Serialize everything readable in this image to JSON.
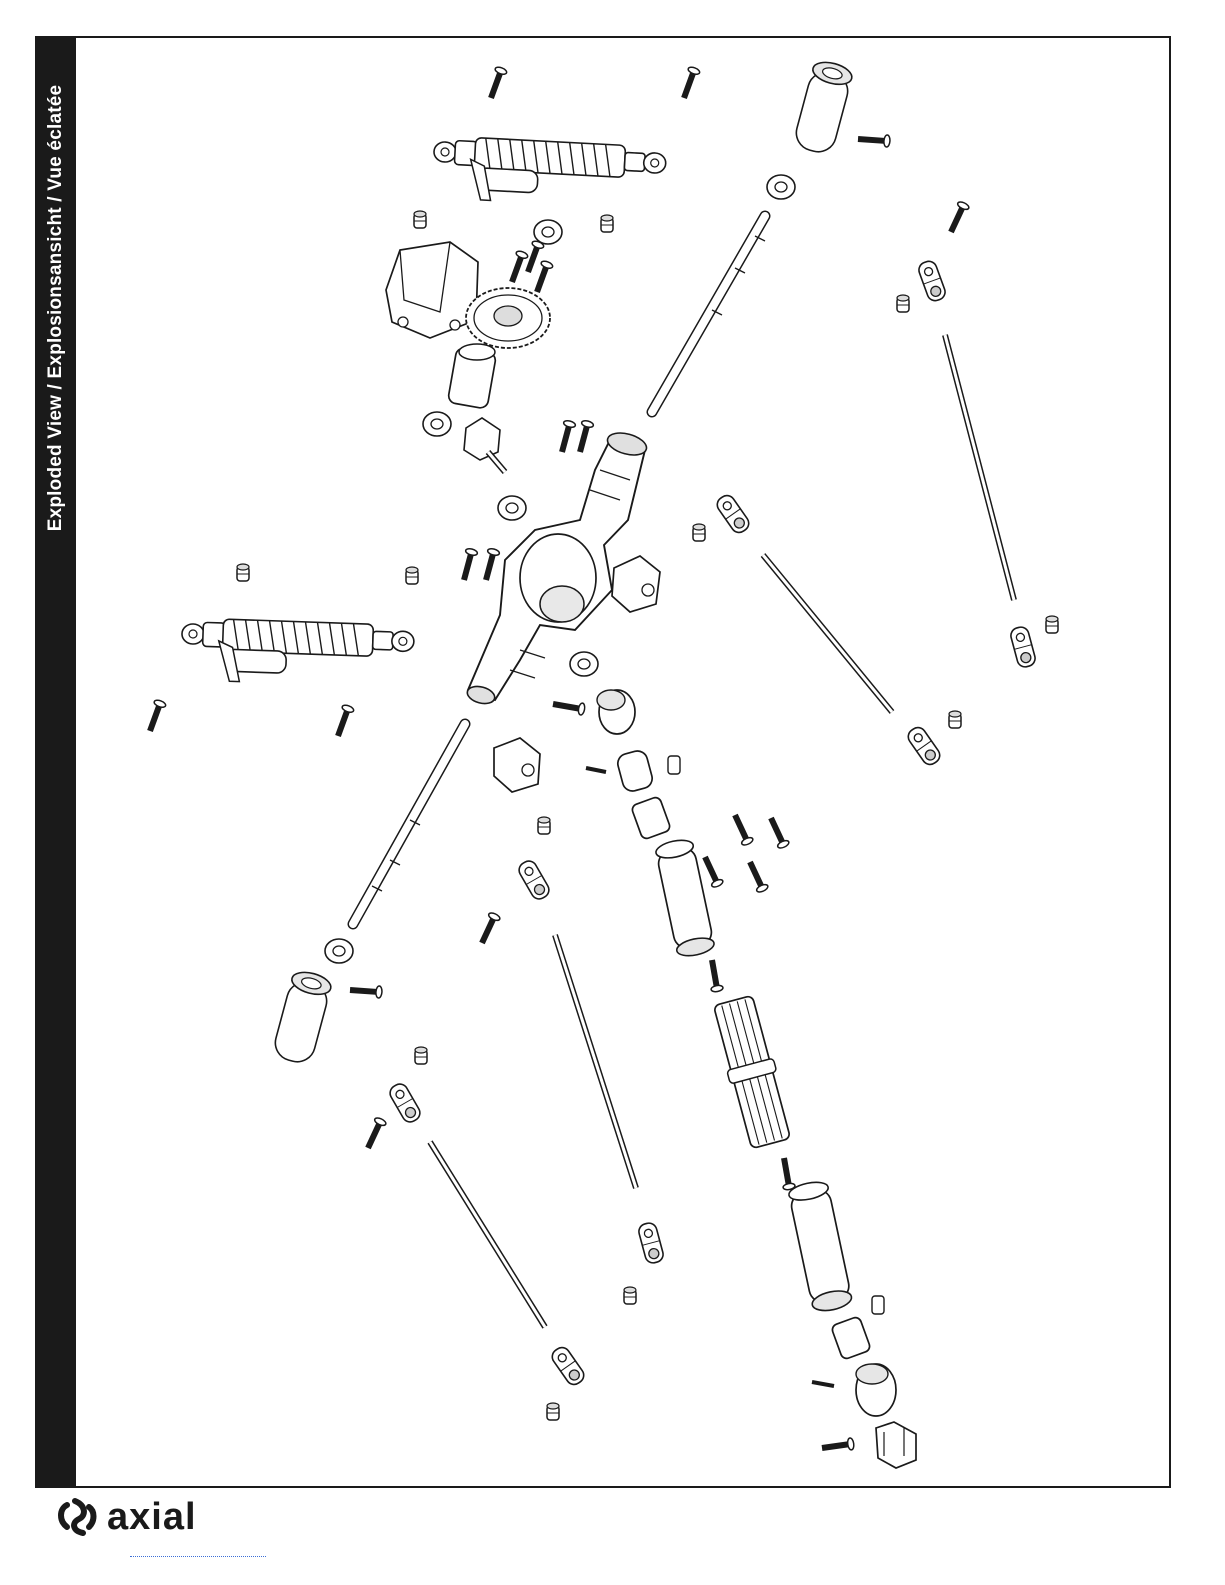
{
  "page": {
    "side_title": "Exploded View / Explosionsansicht / Vue éclatée",
    "brand": "axial"
  },
  "colors": {
    "band": "#1a1a1a",
    "line": "#1a1a1a",
    "part_fill": "#ffffff",
    "shade": "#d9d9d9"
  },
  "diagram": {
    "type": "exploded-view",
    "parts": [
      "shock-upper",
      "shock-lower",
      "diff-cover",
      "ring-gear",
      "pinion-gear",
      "input-shaft",
      "axle-housing",
      "axle-shaft-upper",
      "axle-shaft-lower",
      "knuckle-upper",
      "knuckle-lower",
      "link-rod-upper-right",
      "link-rod-middle",
      "link-rod-lower-left",
      "link-rod-lower-middle",
      "driveshaft-female-upper",
      "driveshaft-male",
      "driveshaft-female-lower",
      "driveshaft-yoke",
      "bearings",
      "screws",
      "pivot-balls",
      "rod-ends",
      "pins"
    ]
  }
}
